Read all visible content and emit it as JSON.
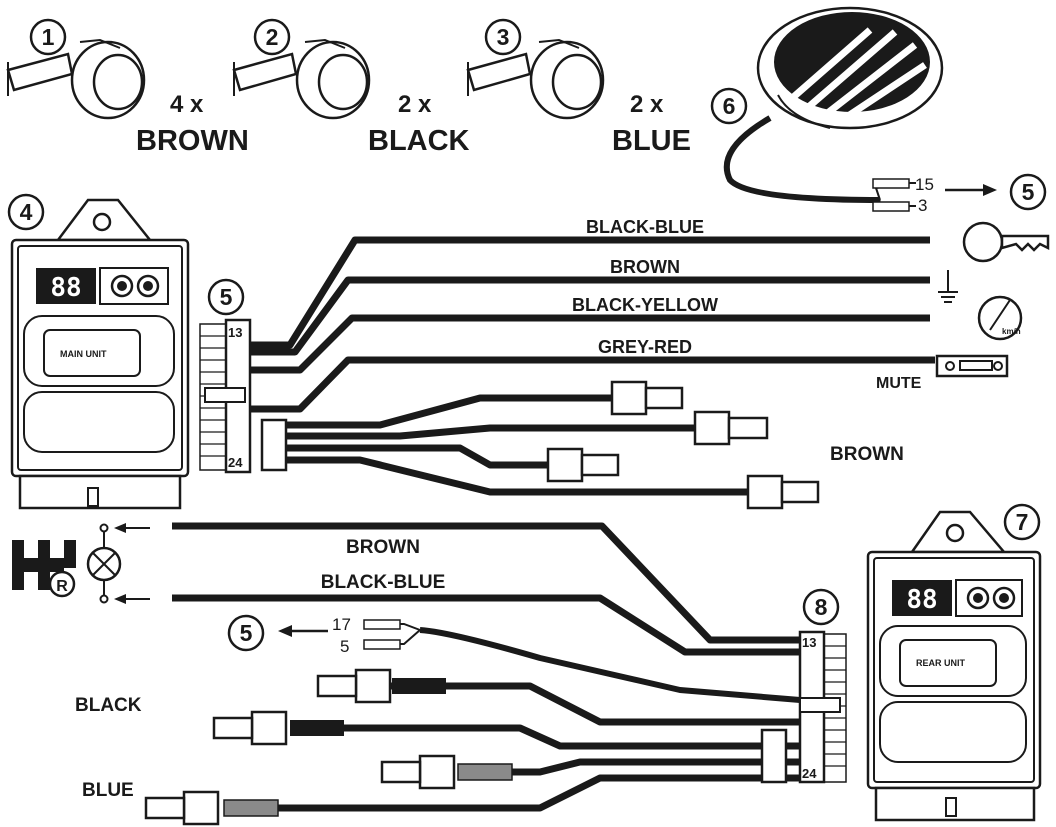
{
  "sensors": [
    {
      "number": "1",
      "qty": "4 x",
      "color": "BROWN"
    },
    {
      "number": "2",
      "qty": "2 x",
      "color": "BLACK"
    },
    {
      "number": "3",
      "qty": "2 x",
      "color": "BLUE"
    }
  ],
  "buzzer": {
    "number": "6",
    "pin_top": "15",
    "pin_bottom": "3",
    "ref": "5"
  },
  "main_unit": {
    "number": "4",
    "label": "MAIN UNIT",
    "display": "88"
  },
  "rear_unit": {
    "number": "7",
    "label": "REAR UNIT",
    "display": "88"
  },
  "connector_front": {
    "number": "5",
    "pin_top": "13",
    "pin_bottom": "24"
  },
  "connector_rear": {
    "number": "8",
    "pin_top": "13",
    "pin_bottom": "24"
  },
  "front_wires": {
    "black_blue": "BLACK-BLUE",
    "brown": "BROWN",
    "black_yellow": "BLACK-YELLOW",
    "grey_red": "GREY-RED",
    "mute": "MUTE",
    "sensor_bundle": "BROWN"
  },
  "speedometer_unit": "km/h",
  "reverse": {
    "gear_letter": "R",
    "brown": "BROWN",
    "black_blue": "BLACK-BLUE"
  },
  "rear_wires": {
    "ref": "5",
    "pin_a": "17",
    "pin_b": "5",
    "black": "BLACK",
    "blue": "BLUE"
  },
  "colors": {
    "ink": "#1a1a1a",
    "sleeve_grey": "#8a8a8a"
  }
}
